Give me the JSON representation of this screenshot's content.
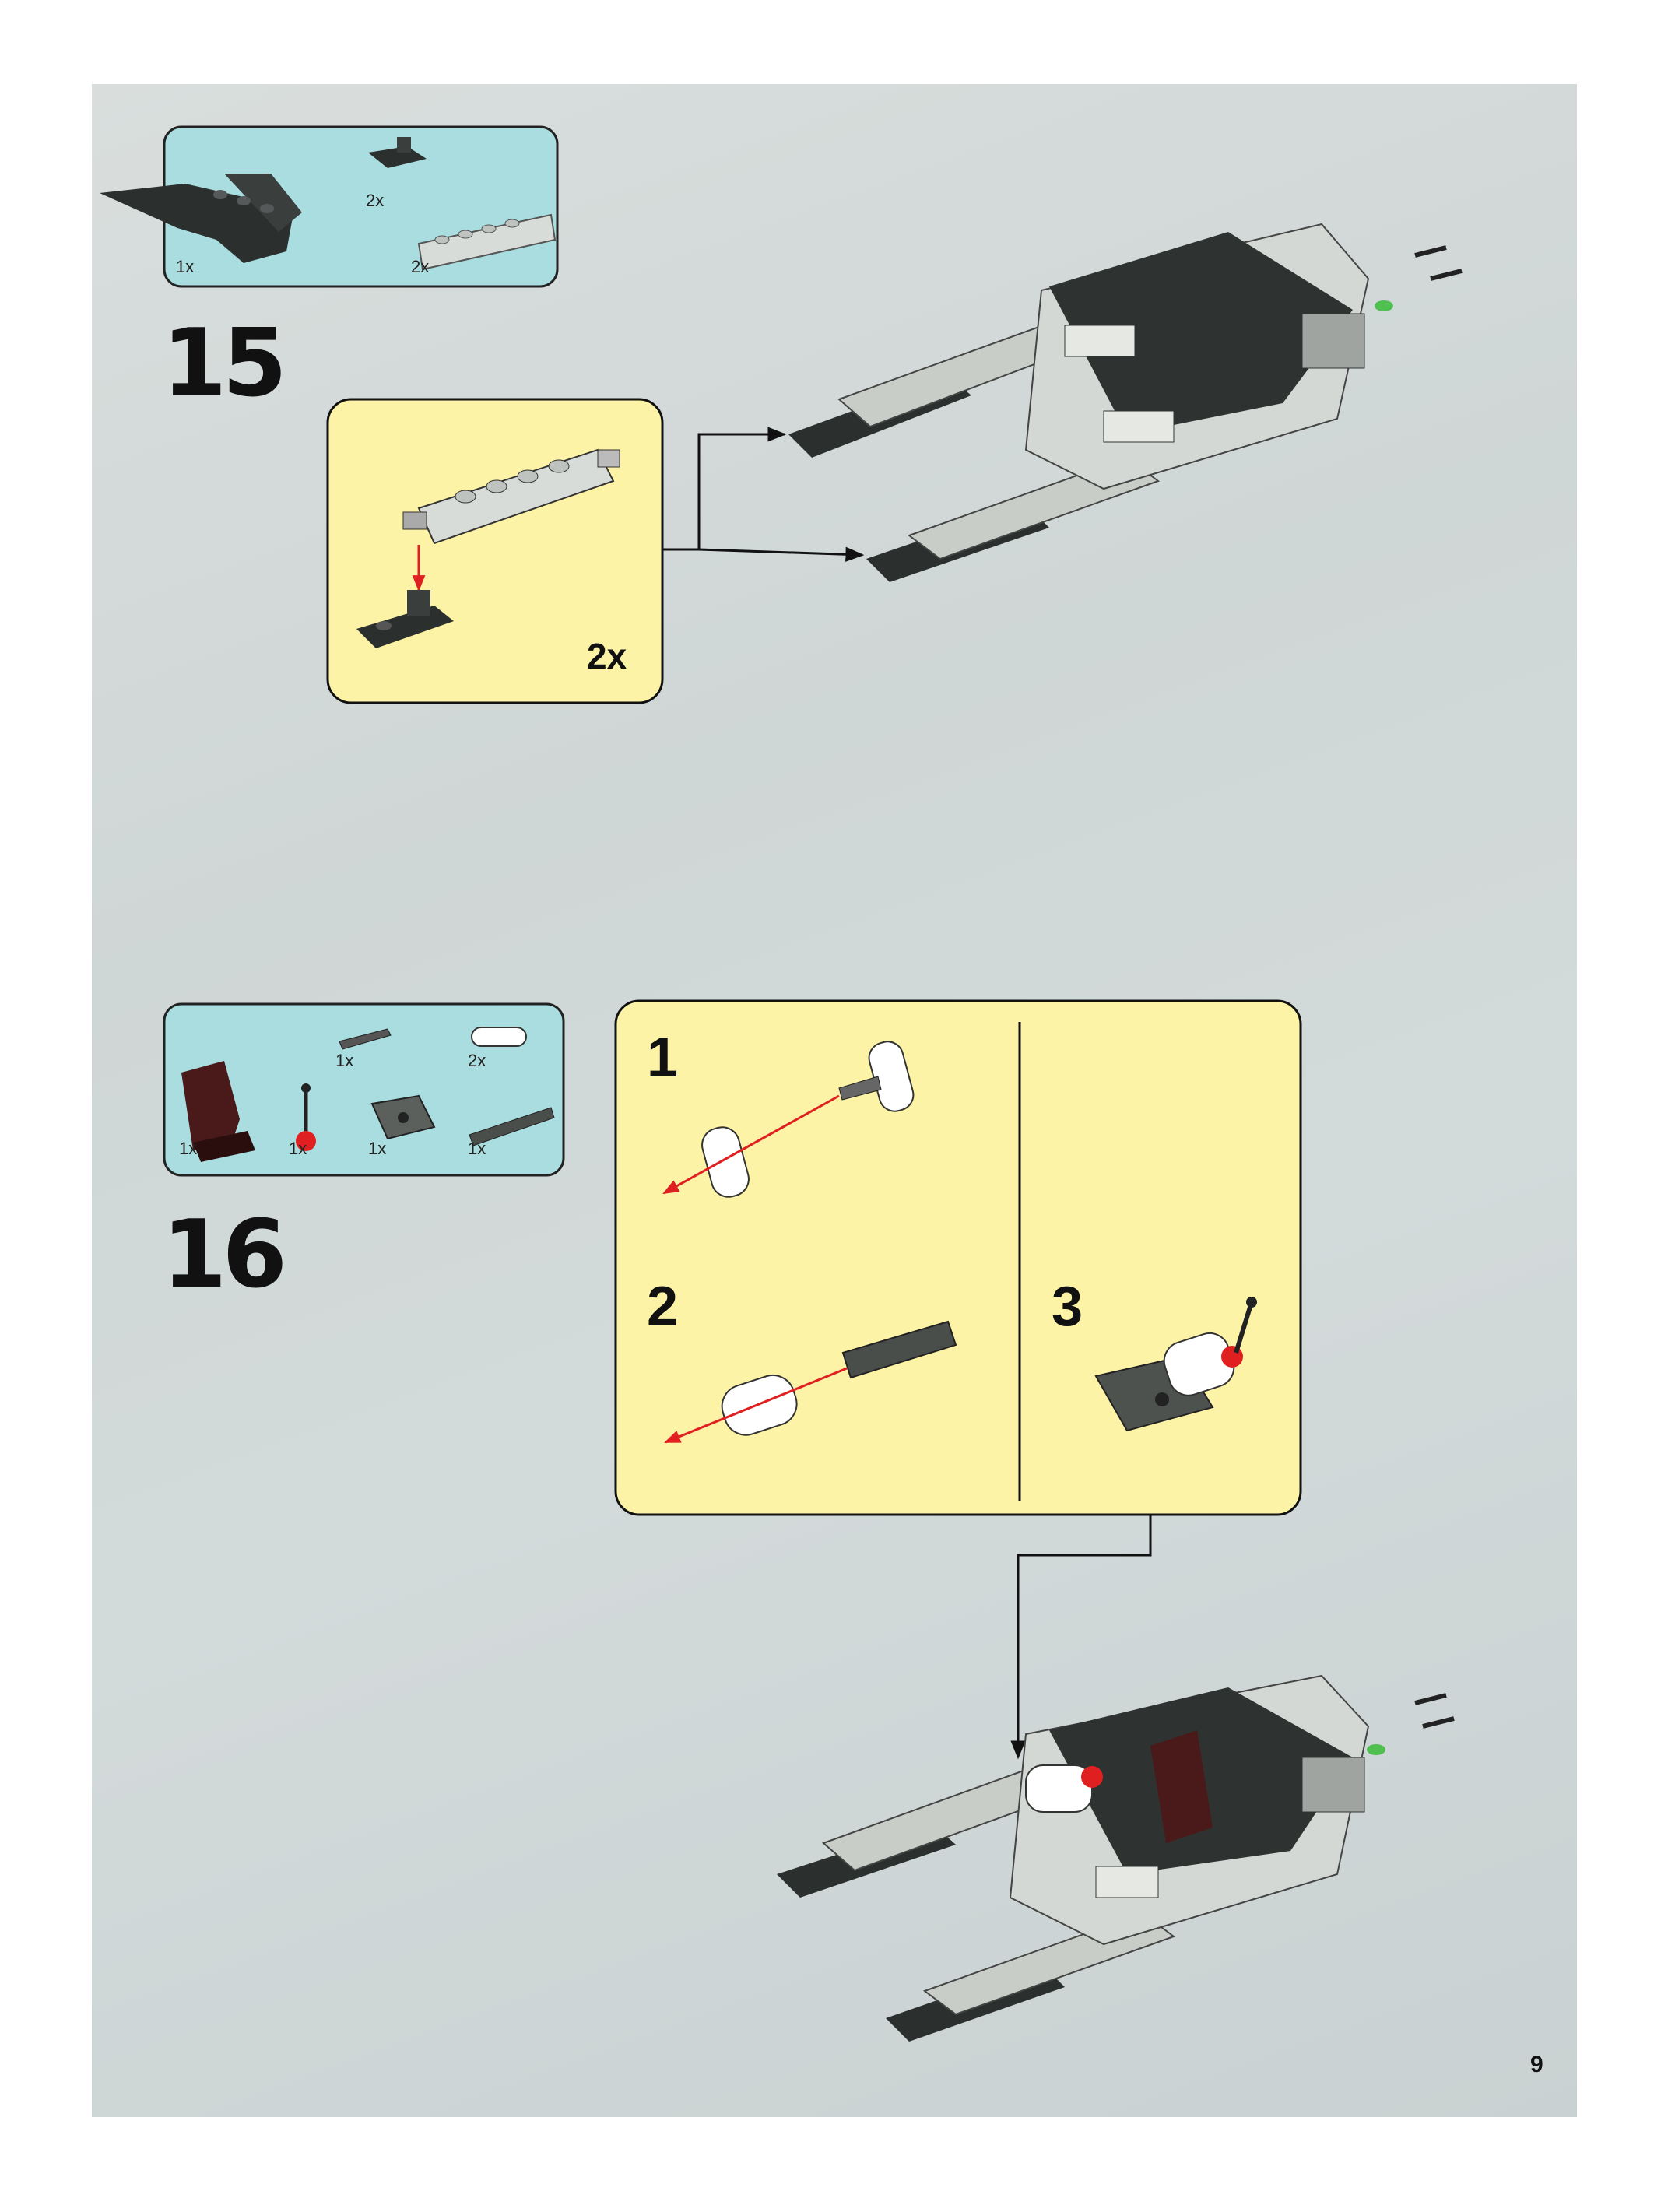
{
  "page_number": "9",
  "steps": [
    {
      "number": "15",
      "parts": [
        {
          "qty": "1x",
          "icon": "dark-gray-wedge-plate-icon"
        },
        {
          "qty": "2x",
          "icon": "hinge-plate-icon"
        },
        {
          "qty": "2x",
          "icon": "light-gray-hinge-brick-icon"
        }
      ],
      "subassembly_multiplier": "2x"
    },
    {
      "number": "16",
      "parts": [
        {
          "qty": "1x",
          "icon": "dark-red-seat-icon"
        },
        {
          "qty": "1x",
          "icon": "lever-icon"
        },
        {
          "qty": "1x",
          "icon": "technic-pin-icon"
        },
        {
          "qty": "1x",
          "icon": "technic-brick-icon"
        },
        {
          "qty": "2x",
          "icon": "white-liftarm-icon"
        },
        {
          "qty": "1x",
          "icon": "axle-connector-icon"
        }
      ],
      "substeps": [
        "1",
        "2",
        "3"
      ]
    }
  ],
  "colors": {
    "part_box": "#a9dde0",
    "callout_box": "#fdf3a6",
    "arrow": "#e02020"
  }
}
